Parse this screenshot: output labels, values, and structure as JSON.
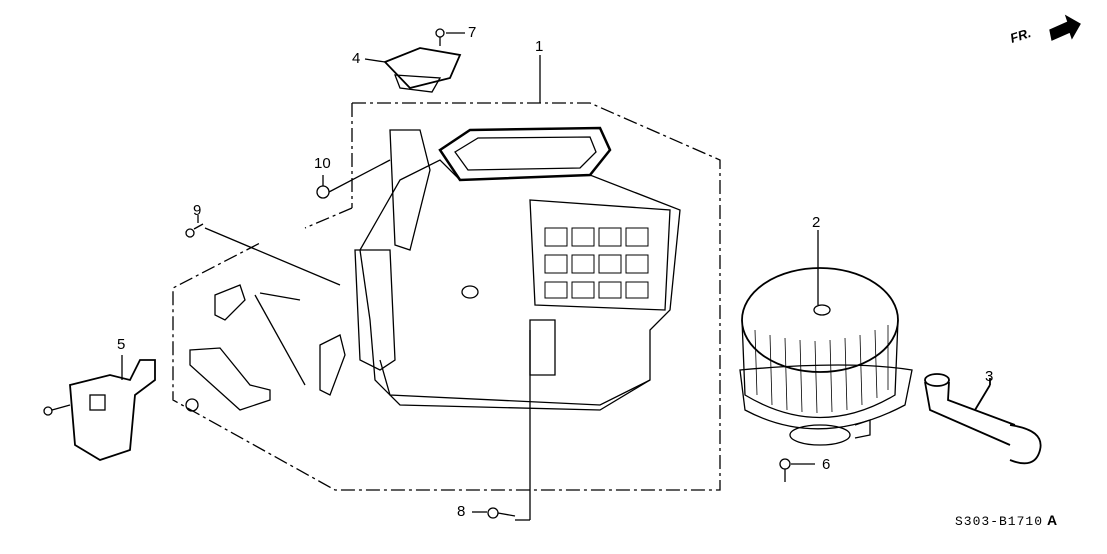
{
  "callouts": [
    "1",
    "2",
    "3",
    "4",
    "5",
    "6",
    "7",
    "8",
    "9",
    "10"
  ],
  "direction_label": "FR.",
  "diagram_code": "S303-B1710",
  "diagram_revision": "A",
  "colors": {
    "line": "#000000",
    "background": "#ffffff"
  }
}
